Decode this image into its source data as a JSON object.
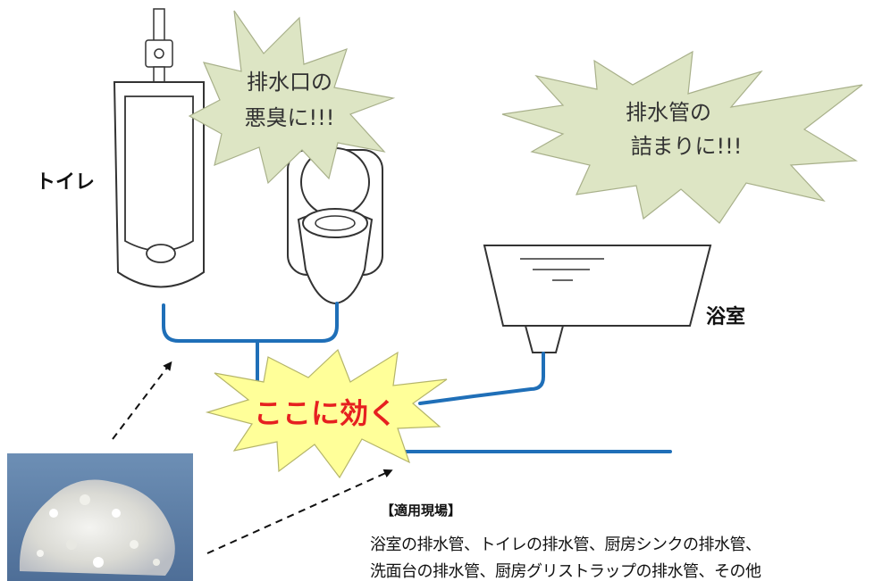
{
  "labels": {
    "toilet": "トイレ",
    "bathroom": "浴室",
    "effect": "ここに効く"
  },
  "bursts": {
    "odor_line1": "排水口の",
    "odor_line2": "悪臭に!!!",
    "clog_line1": "排水管の",
    "clog_line2": "詰まりに!!!"
  },
  "application": {
    "title": "【適用現場】",
    "line1": "浴室の排水管、トイレの排水管、厨房シンクの排水管、",
    "line2": "洗面台の排水管、厨房グリストラップの排水管、その他"
  },
  "colors": {
    "pipe": "#1f6fb8",
    "burst_green": "#dde5c4",
    "burst_yellow": "#ffff99",
    "effect_text": "#e62020"
  }
}
